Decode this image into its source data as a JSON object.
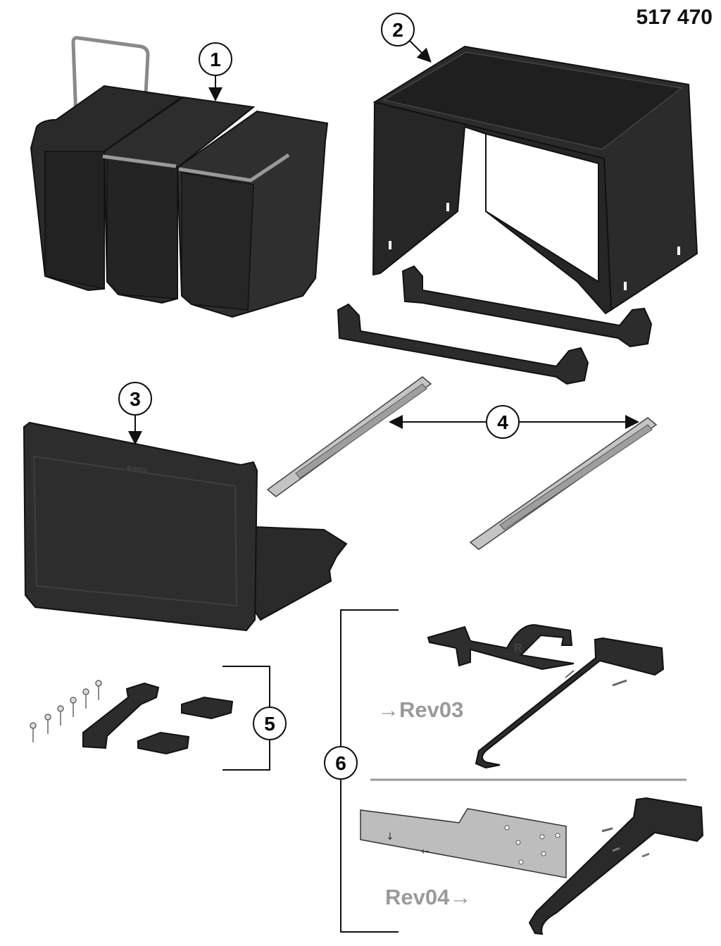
{
  "part_number": "517 470",
  "callouts": [
    "1",
    "2",
    "3",
    "4",
    "5",
    "6"
  ],
  "revisions": {
    "rev03": "→Rev03",
    "rev04": "Rev04→"
  },
  "colors": {
    "part_dark": "#2b2b2b",
    "part_edge": "#111111",
    "rail_metal": "#b9b9b9",
    "plate_grey": "#bdbdbd",
    "rev_label": "#9a9a9a",
    "divider": "#9a9a9a"
  },
  "parts": [
    {
      "callout": "1",
      "icon": "waste-bins-icon"
    },
    {
      "callout": "2",
      "icon": "frame-housing-icon"
    },
    {
      "callout": "3",
      "icon": "front-panel-drawer-icon"
    },
    {
      "callout": "4",
      "icon": "drawer-rails-icon"
    },
    {
      "callout": "5",
      "icon": "screws-and-pads-icon"
    },
    {
      "callout": "6",
      "icon": "mounting-brackets-icon"
    }
  ]
}
